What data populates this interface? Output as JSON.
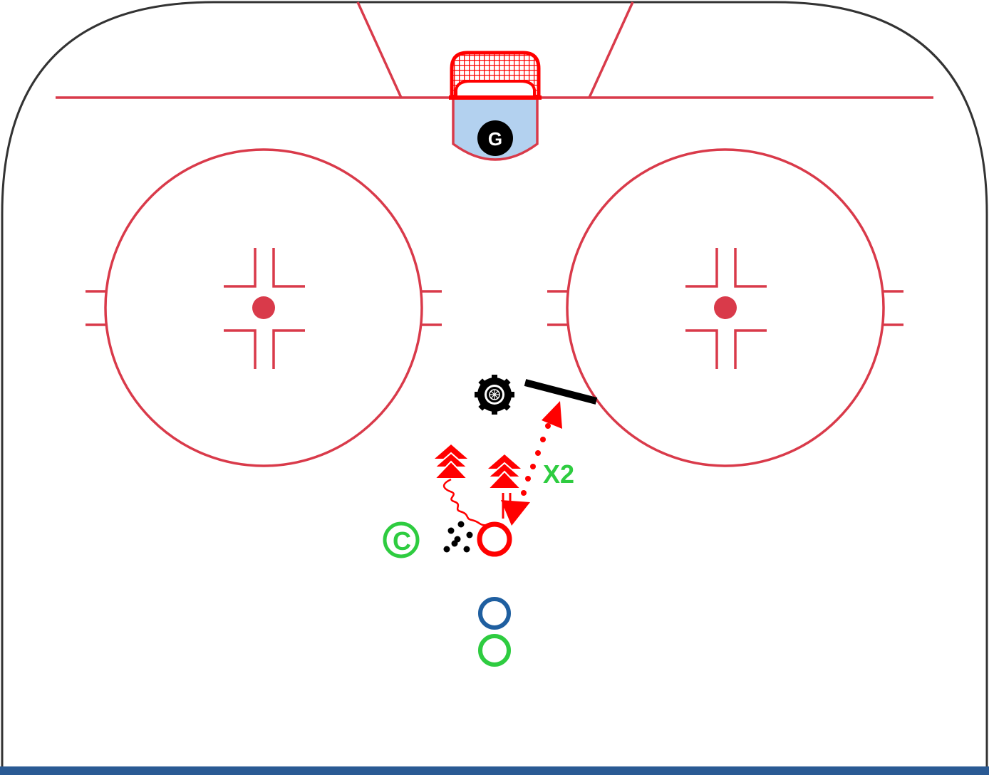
{
  "rink": {
    "board_color": "#333333",
    "line_color": "#d93a4a",
    "crease_color": "#b3d1ef",
    "blue_line_color": "#2a5a94"
  },
  "goalie": {
    "label": "G",
    "color": "#000000"
  },
  "annotations": {
    "repeat_label": "X2",
    "repeat_color": "#2ecc40",
    "coach_label": "C",
    "coach_color": "#2ecc40"
  },
  "players": [
    {
      "id": "shooter",
      "color": "#ff0000"
    },
    {
      "id": "next-player-blue",
      "color": "#1f5fa0"
    },
    {
      "id": "next-player-green",
      "color": "#2ecc40"
    }
  ],
  "equipment": {
    "tire_icon": "tire-icon",
    "board_icon": "rebound-board-icon",
    "pucks_icon": "puck-pile-icon",
    "puck_count": 7
  },
  "actions": {
    "color": "#ff0000",
    "skate_icon": "skate-forward-chevrons",
    "pass_icon": "pass-dotted-arrow",
    "puck_carry_icon": "wavy-skate-path"
  }
}
